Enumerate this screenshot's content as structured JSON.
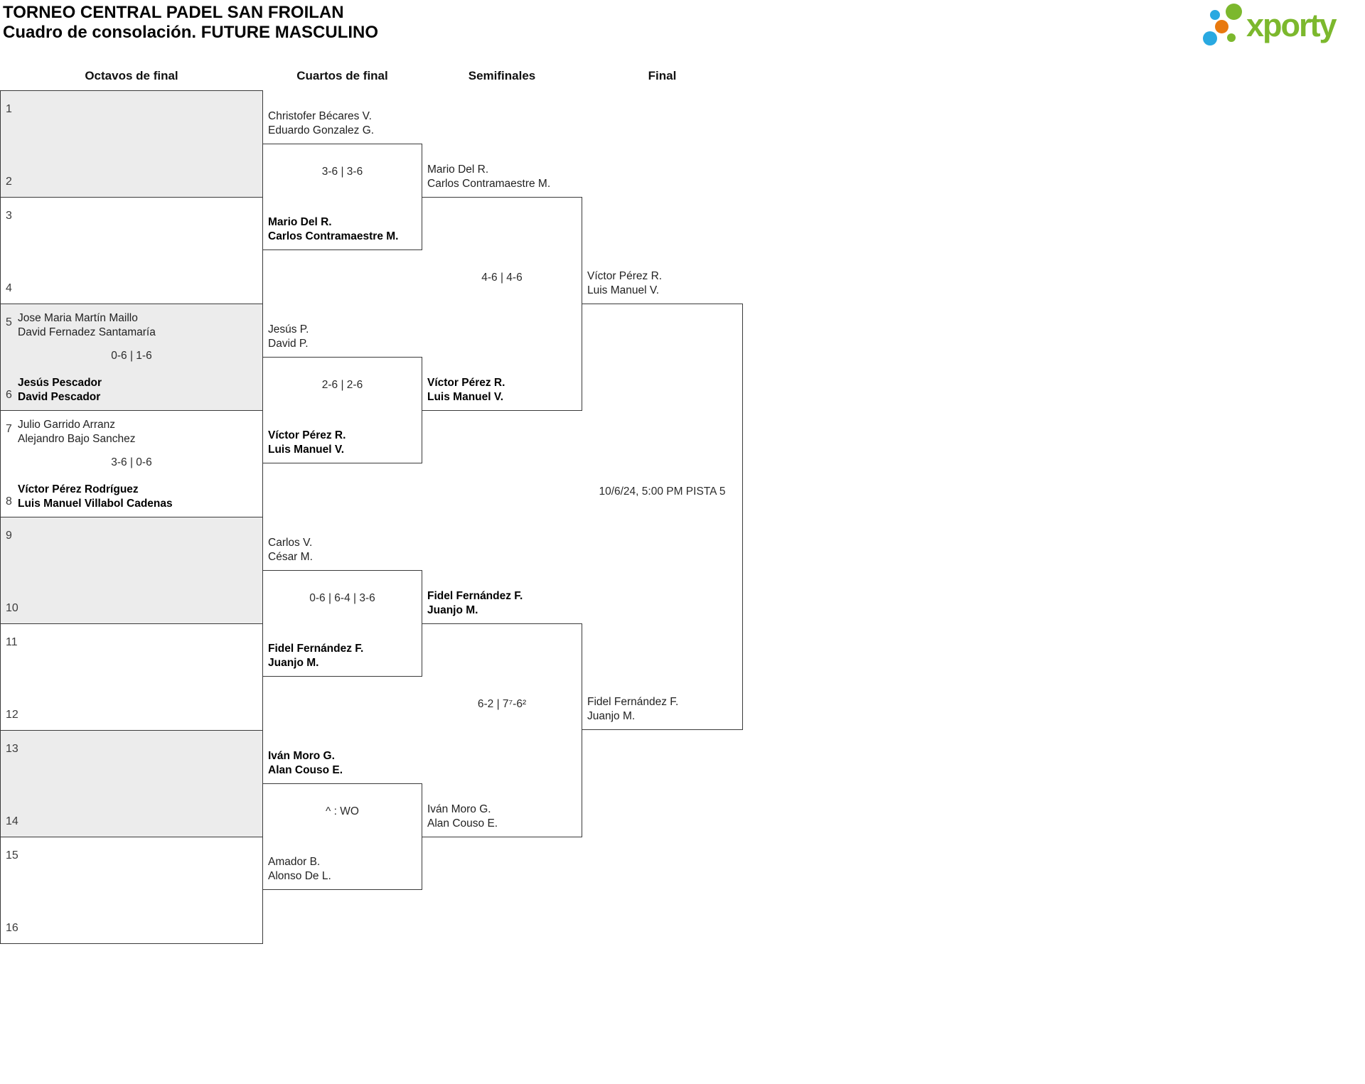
{
  "page": {
    "title_line1": "TORNEO CENTRAL PADEL SAN FROILAN",
    "title_line2": "Cuadro de consolación. FUTURE MASCULINO"
  },
  "logo": {
    "text": "xporty",
    "colors": {
      "green": "#7cb82d",
      "blue": "#29a9e1",
      "orange": "#e8790f"
    }
  },
  "rounds": {
    "octavos": "Octavos de final",
    "cuartos": "Cuartos de final",
    "semifinales": "Semifinales",
    "final": "Final"
  },
  "colors": {
    "box_gray": "#ececec",
    "line": "#3a3a3a"
  },
  "octavos": {
    "slots": [
      "1",
      "2",
      "3",
      "4",
      "5",
      "6",
      "7",
      "8",
      "9",
      "10",
      "11",
      "12",
      "13",
      "14",
      "15",
      "16"
    ],
    "match_5_6": {
      "top": [
        "Jose Maria Martín Maillo",
        "David Fernadez Santamaría"
      ],
      "score": "0-6 | 1-6",
      "bottom": [
        "Jesús Pescador",
        "David Pescador"
      ],
      "winner": "bottom"
    },
    "match_7_8": {
      "top": [
        "Julio Garrido Arranz",
        "Alejandro Bajo Sanchez"
      ],
      "score": "3-6 | 0-6",
      "bottom": [
        "Víctor Pérez Rodríguez",
        "Luis Manuel Villabol Cadenas"
      ],
      "winner": "bottom"
    }
  },
  "cuartos": {
    "matches": [
      {
        "top": [
          "Christofer Bécares V.",
          "Eduardo Gonzalez G."
        ],
        "score": "3-6 | 3-6",
        "bottom": [
          "Mario Del R.",
          "Carlos Contramaestre M."
        ],
        "winner": "bottom"
      },
      {
        "top": [
          "Jesús P.",
          "David P."
        ],
        "score": "2-6 | 2-6",
        "bottom": [
          "Víctor Pérez R.",
          "Luis Manuel V."
        ],
        "winner": "bottom"
      },
      {
        "top": [
          "Carlos V.",
          "César M."
        ],
        "score": "0-6 | 6-4 | 3-6",
        "bottom": [
          "Fidel Fernández F.",
          "Juanjo M."
        ],
        "winner": "bottom"
      },
      {
        "top": [
          "Iván Moro G.",
          "Alan Couso E."
        ],
        "score": "^ : WO",
        "bottom": [
          "Amador B.",
          "Alonso De L."
        ],
        "winner": "top"
      }
    ]
  },
  "semifinales": {
    "matches": [
      {
        "top": [
          "Mario Del R.",
          "Carlos Contramaestre M."
        ],
        "score": "4-6 | 4-6",
        "bottom": [
          "Víctor Pérez R.",
          "Luis Manuel V."
        ],
        "winner": "bottom"
      },
      {
        "top": [
          "Fidel Fernández F.",
          "Juanjo M."
        ],
        "score": "6-2 | 7⁷-6²",
        "bottom": [
          "Iván Moro G.",
          "Alan Couso E."
        ],
        "winner": "top"
      }
    ]
  },
  "final": {
    "top": [
      "Víctor Pérez R.",
      "Luis Manuel V."
    ],
    "schedule": "10/6/24, 5:00 PM PISTA 5",
    "bottom": [
      "Fidel Fernández F.",
      "Juanjo M."
    ]
  }
}
